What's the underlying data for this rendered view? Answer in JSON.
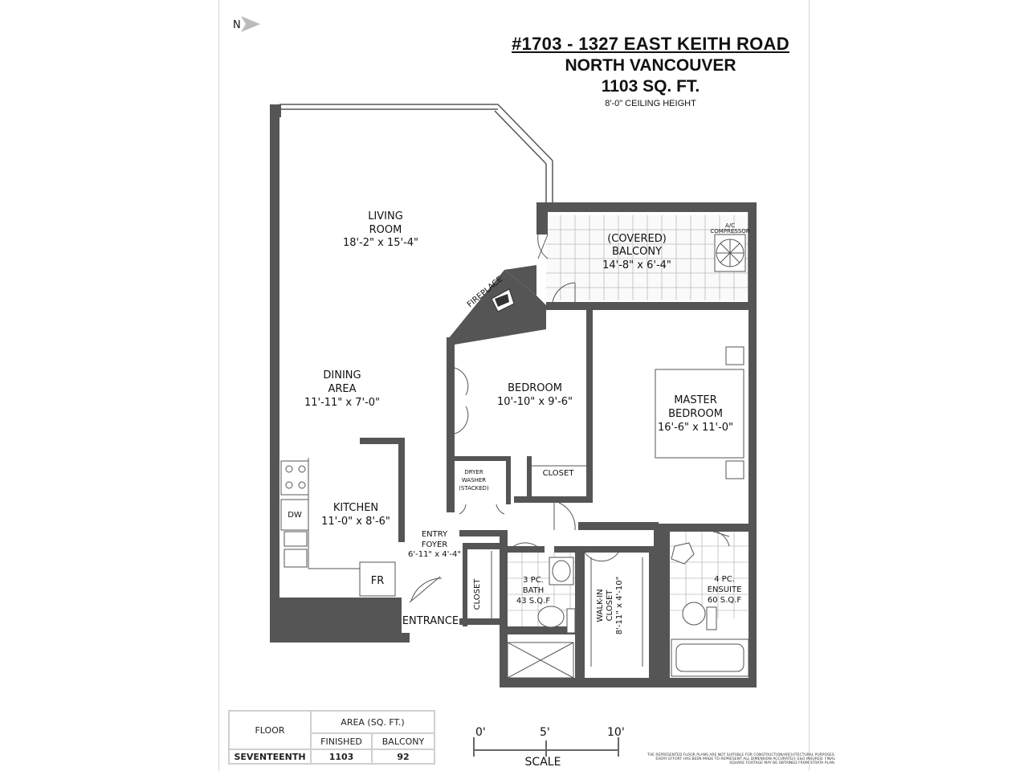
{
  "header": {
    "address": "#1703 - 1327 EAST KEITH ROAD",
    "city": "NORTH VANCOUVER",
    "area": "1103 SQ. FT.",
    "ceiling": "8'-0\" CEILING HEIGHT"
  },
  "compass": {
    "letter": "N"
  },
  "rooms": {
    "living": {
      "name1": "LIVING",
      "name2": "ROOM",
      "dims": "18'-2\" x 15'-4\""
    },
    "balcony": {
      "name1": "(COVERED)",
      "name2": "BALCONY",
      "dims": "14'-8\" x 6'-4\""
    },
    "ac": {
      "line1": "A/C",
      "line2": "COMPRESSOR"
    },
    "fireplace": "FIREPLACE",
    "dining": {
      "name1": "DINING",
      "name2": "AREA",
      "dims": "11'-11\" x 7'-0\""
    },
    "bedroom": {
      "name": "BEDROOM",
      "dims": "10'-10\" x 9'-6\""
    },
    "master": {
      "name1": "MASTER",
      "name2": "BEDROOM",
      "dims": "16'-6\" x 11'-0\""
    },
    "kitchen": {
      "name": "KITCHEN",
      "dims": "11'-0\" x 8'-6\""
    },
    "dw": "DW",
    "fr": "FR",
    "dryer": {
      "line1": "DRYER",
      "line2": "WASHER",
      "line3": "(STACKED)"
    },
    "closet": "CLOSET",
    "foyer": {
      "name1": "ENTRY",
      "name2": "FOYER",
      "dims": "6'-11\" x 4'-4\""
    },
    "foyer_closet": "CLOSET",
    "bath": {
      "name1": "3 PC.",
      "name2": "BATH",
      "dims": "43 S.Q.F"
    },
    "walkin": {
      "name1": "WALK-IN",
      "name2": "CLOSET",
      "dims": "8'-11\" x 4'-10\""
    },
    "ensuite": {
      "name1": "4 PC.",
      "name2": "ENSUITE",
      "dims": "60 S.Q.F"
    },
    "entrance": "ENTRANCE"
  },
  "table": {
    "floor_label": "FLOOR",
    "area_label": "AREA (SQ. FT.)",
    "finished_label": "FINISHED",
    "balcony_label": "BALCONY",
    "floor_value": "SEVENTEENTH",
    "finished_value": "1103",
    "balcony_value": "92"
  },
  "scale": {
    "ticks": [
      "0'",
      "5'",
      "10'"
    ],
    "label": "SCALE"
  },
  "disclaimer": "THE REPRESENTED FLOOR PLANS ARE NOT SUITABLE FOR CONSTRUCTION/ARCHITECTURAL PURPOSES. EVERY EFFORT HAS BEEN MADE TO REPRESENT ALL DIMENSION ACCURATELY. E&O INSURED. FINAL SQUARE FOOTAGE MAY BE OBTAINED FROM STRATA PLAN."
}
